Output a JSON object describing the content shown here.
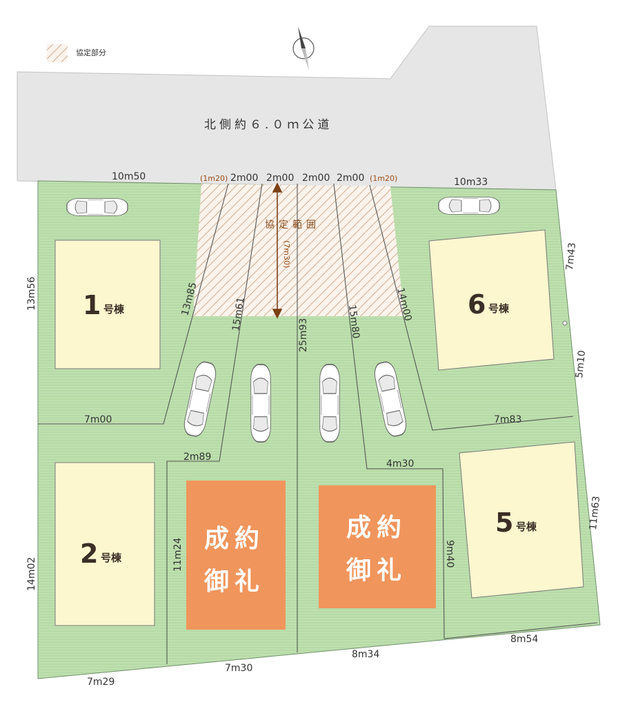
{
  "legend": {
    "label": "協定部分"
  },
  "road": {
    "label": "北側約６.０ｍ公道"
  },
  "agreement": {
    "label": "協定範囲",
    "depth": "(7m30)"
  },
  "lots": [
    {
      "id": "1",
      "num": "1",
      "suffix": "号棟"
    },
    {
      "id": "2",
      "num": "2",
      "suffix": "号棟"
    },
    {
      "id": "5",
      "num": "5",
      "suffix": "号棟"
    },
    {
      "id": "6",
      "num": "6",
      "suffix": "号棟"
    }
  ],
  "sold": {
    "line1": "成約",
    "line2": "御礼"
  },
  "dimensions": {
    "top_left": "10m50",
    "top_small_left": "(1m20)",
    "top_a": "2m00",
    "top_b": "2m00",
    "top_c": "2m00",
    "top_d": "2m00",
    "top_small_right": "(1m20)",
    "top_right": "10m33",
    "left_upper": "13m56",
    "left_lower": "14m02",
    "lot1_bottom": "7m00",
    "diag_a": "13m85",
    "diag_b": "15m61",
    "center": "25m93",
    "diag_c": "15m80",
    "diag_d": "14m00",
    "lot3_top": "2m89",
    "lot3_left": "11m24",
    "lot4_top": "4m30",
    "lot4_right": "9m40",
    "lot6_bottom": "7m83",
    "right_upper": "7m43",
    "right_mid": "5m10",
    "right_lower": "11m63",
    "bottom_left": "7m29",
    "bottom_a": "7m30",
    "bottom_b": "8m34",
    "bottom_right": "8m54"
  },
  "colors": {
    "land": "#b9dcaa",
    "house": "#fcf7cf",
    "sold": "#f0955c",
    "road": "#e6e6e6",
    "hatch": "#c79a7b"
  }
}
